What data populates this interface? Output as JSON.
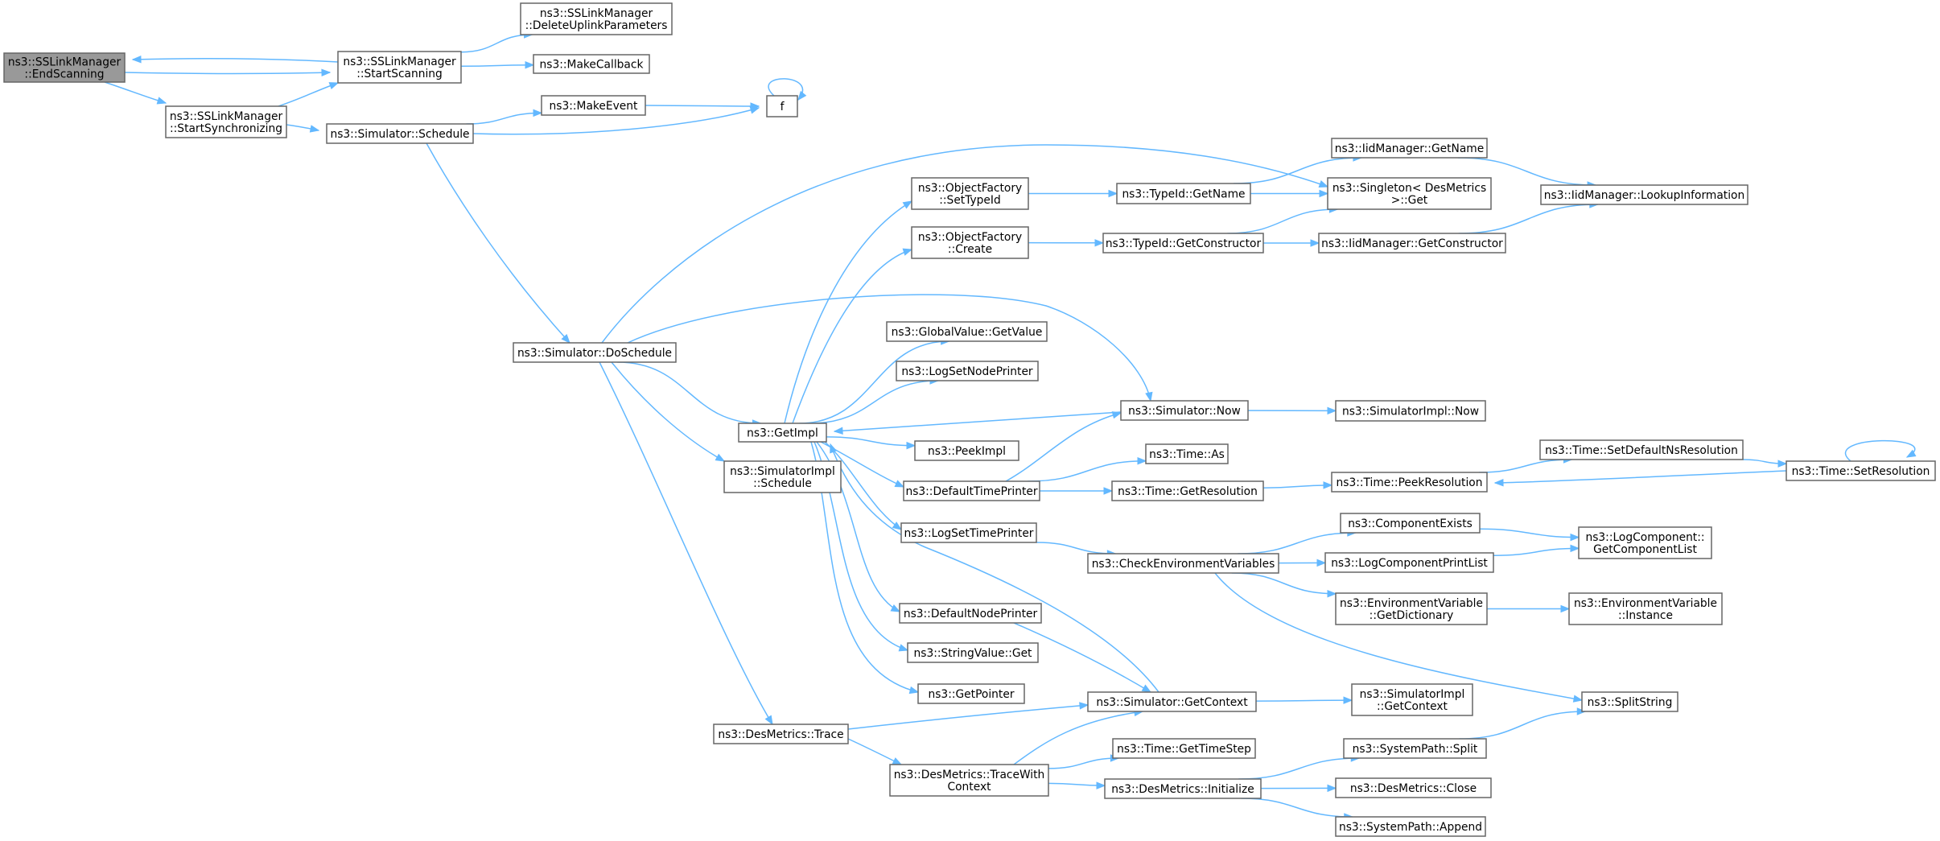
{
  "nodes": {
    "n0": [
      "ns3::SSLinkManager",
      "::EndScanning"
    ],
    "n1": [
      "ns3::SSLinkManager",
      "::StartScanning"
    ],
    "n2": [
      "ns3::SSLinkManager",
      "::StartSynchronizing"
    ],
    "n3": [
      "ns3::SSLinkManager",
      "::DeleteUplinkParameters"
    ],
    "n4": [
      "ns3::MakeCallback"
    ],
    "n5": [
      "ns3::Simulator::Schedule"
    ],
    "n6": [
      "ns3::MakeEvent"
    ],
    "n7": [
      "f"
    ],
    "n8": [
      "ns3::Simulator::DoSchedule"
    ],
    "n9": [
      "ns3::Singleton< DesMetrics",
      ">::Get"
    ],
    "n10": [
      "ns3::GetImpl"
    ],
    "n11": [
      "ns3::Simulator::Now"
    ],
    "n12": [
      "ns3::SimulatorImpl",
      "::Schedule"
    ],
    "n13": [
      "ns3::DesMetrics::Trace"
    ],
    "n14": [
      "ns3::Simulator::GetContext"
    ],
    "n15": [
      "ns3::DesMetrics::TraceWith",
      "Context"
    ],
    "n16": [
      "ns3::ObjectFactory",
      "::SetTypeId"
    ],
    "n17": [
      "ns3::ObjectFactory",
      "::Create"
    ],
    "n18": [
      "ns3::GlobalValue::GetValue"
    ],
    "n19": [
      "ns3::LogSetNodePrinter"
    ],
    "n20": [
      "ns3::PeekImpl"
    ],
    "n21": [
      "ns3::DefaultTimePrinter"
    ],
    "n22": [
      "ns3::LogSetTimePrinter"
    ],
    "n23": [
      "ns3::DefaultNodePrinter"
    ],
    "n24": [
      "ns3::StringValue::Get"
    ],
    "n25": [
      "ns3::GetPointer"
    ],
    "n26": [
      "ns3::TypeId::GetName"
    ],
    "n27": [
      "ns3::IidManager::GetName"
    ],
    "n28": [
      "ns3::IidManager::LookupInformation"
    ],
    "n29": [
      "ns3::TypeId::GetConstructor"
    ],
    "n30": [
      "ns3::IidManager::GetConstructor"
    ],
    "n31": [
      "ns3::SimulatorImpl::Now"
    ],
    "n32": [
      "ns3::Time::As"
    ],
    "n33": [
      "ns3::Time::GetResolution"
    ],
    "n34": [
      "ns3::Time::PeekResolution"
    ],
    "n35": [
      "ns3::Time::SetDefaultNsResolution"
    ],
    "n36": [
      "ns3::Time::SetResolution"
    ],
    "n37": [
      "ns3::CheckEnvironmentVariables"
    ],
    "n38": [
      "ns3::ComponentExists"
    ],
    "n39": [
      "ns3::LogComponent::",
      "GetComponentList"
    ],
    "n40": [
      "ns3::LogComponentPrintList"
    ],
    "n41": [
      "ns3::EnvironmentVariable",
      "::GetDictionary"
    ],
    "n42": [
      "ns3::EnvironmentVariable",
      "::Instance"
    ],
    "n43": [
      "ns3::SplitString"
    ],
    "n44": [
      "ns3::SimulatorImpl",
      "::GetContext"
    ],
    "n45": [
      "ns3::Time::GetTimeStep"
    ],
    "n46": [
      "ns3::DesMetrics::Initialize"
    ],
    "n47": [
      "ns3::SystemPath::Split"
    ],
    "n48": [
      "ns3::DesMetrics::Close"
    ],
    "n49": [
      "ns3::SystemPath::Append"
    ]
  }
}
